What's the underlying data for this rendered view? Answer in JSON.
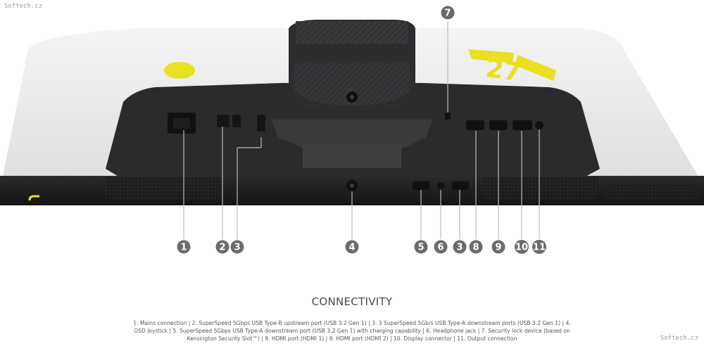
{
  "watermark": "Softech.cz",
  "product_badge": "27",
  "callouts": [
    {
      "num": "1"
    },
    {
      "num": "2"
    },
    {
      "num": "3"
    },
    {
      "num": "4"
    },
    {
      "num": "5"
    },
    {
      "num": "6"
    },
    {
      "num": "3"
    },
    {
      "num": "8"
    },
    {
      "num": "9"
    },
    {
      "num": "10"
    },
    {
      "num": "11"
    },
    {
      "num": "7"
    }
  ],
  "section_title": "CONNECTIVITY",
  "legend": "1. Mains connection | 2. SuperSpeed 5Gbps USB Type-B upstream port (USB 3.2 Gen 1) | 3. 3 SuperSpeed 5Gb/s USB Type-A downstream ports (USB 3.2 Gen 1) | 4. OSD joystick | 5. SuperSpeed 5Gbps USB Type-A downstream port (USB 3.2 Gen 1) with charging capability | 6. Headphone jack | 7. Security lock device (based on Kensington Security Slot™) | 8. HDMI port (HDMI 1) | 9. HDMI port (HDMI 2) | 10. Display connector | 11. Output connection",
  "colors": {
    "shell": "#e9e9ea",
    "panel": "#2b2b2d",
    "accent_yellow": "#e8e021",
    "callout_circle": "#6b6b6b"
  }
}
